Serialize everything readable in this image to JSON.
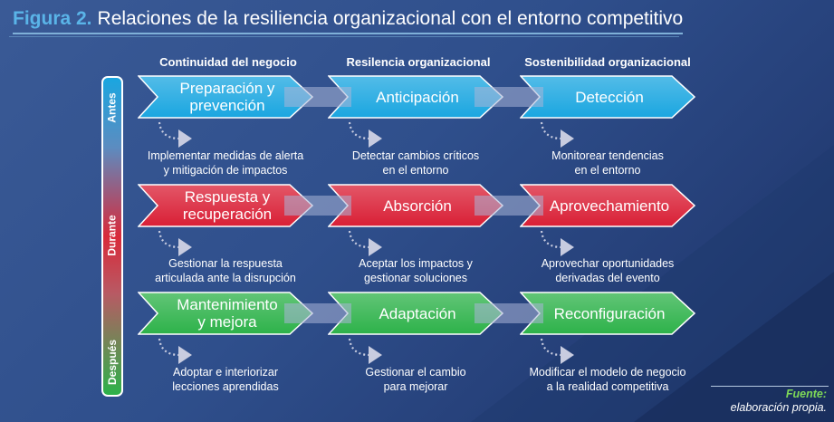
{
  "figure": {
    "label": "Figura 2.",
    "title": "Relaciones de la resiliencia organizacional con el entorno competitivo"
  },
  "columns": [
    "Continuidad del negocio",
    "Resilencia organizacional",
    "Sostenibilidad organizacional"
  ],
  "phases": [
    "Antes",
    "Durante",
    "Después"
  ],
  "rows": [
    {
      "color": "#1aa6e0",
      "steps": [
        {
          "label": "Preparación y\nprevención",
          "desc": "Implementar medidas de alerta\ny mitigación de impactos"
        },
        {
          "label": "Anticipación",
          "desc": "Detectar cambios críticos\nen el entorno"
        },
        {
          "label": "Detección",
          "desc": "Monitorear tendencias\nen el entorno"
        }
      ]
    },
    {
      "color": "#d91f35",
      "steps": [
        {
          "label": "Respuesta y\nrecuperación",
          "desc": "Gestionar la respuesta\narticulada ante la disrupción"
        },
        {
          "label": "Absorción",
          "desc": "Aceptar los impactos y\ngestionar soluciones"
        },
        {
          "label": "Aprovechamiento",
          "desc": "Aprovechar oportunidades\nderivadas del evento"
        }
      ]
    },
    {
      "color": "#2db24a",
      "steps": [
        {
          "label": "Mantenimiento\ny mejora",
          "desc": "Adoptar e interiorizar\nlecciones aprendidas"
        },
        {
          "label": "Adaptación",
          "desc": "Gestionar el cambio\npara mejorar"
        },
        {
          "label": "Reconfiguración",
          "desc": "Modificar el modelo de negocio\na la realidad competitiva"
        }
      ]
    }
  ],
  "source": {
    "label": "Fuente:",
    "text": "elaboración propia."
  }
}
